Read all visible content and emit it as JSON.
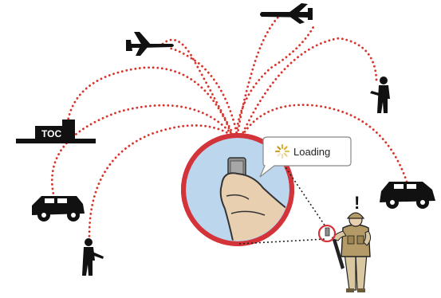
{
  "diagram": {
    "loading_label": "Loading",
    "toc_label": "TOC",
    "alert_mark": "!",
    "nodes": [
      {
        "id": "toc",
        "icon": "command-building-icon"
      },
      {
        "id": "uav-left",
        "icon": "drone-icon"
      },
      {
        "id": "uav-right",
        "icon": "drone-icon"
      },
      {
        "id": "soldier-top-right",
        "icon": "soldier-icon"
      },
      {
        "id": "humvee-left",
        "icon": "humvee-icon"
      },
      {
        "id": "humvee-right",
        "icon": "humvee-icon"
      },
      {
        "id": "soldier-bottom-left",
        "icon": "soldier-icon"
      },
      {
        "id": "operator",
        "icon": "soldier-with-device-icon"
      }
    ],
    "colors": {
      "link_dots": "#d9342b",
      "lens_ring": "#d3343a",
      "lens_fill": "#bcd6ee",
      "silhouette": "#111111",
      "skin": "#e8cfb0",
      "uniform": "#d8c7a0",
      "vest": "#b39a66",
      "spinner": "#d9b23a"
    }
  }
}
